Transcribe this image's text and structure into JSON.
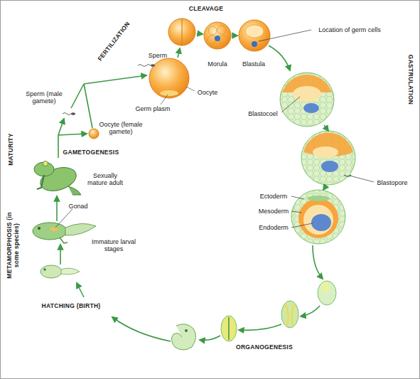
{
  "diagram": {
    "labels": [
      "CLEAVAGE",
      "FERTILIZATION",
      "Sperm",
      "Oocyte",
      "Germ plasm",
      "Morula",
      "Blastula",
      "Location of germ cells",
      "GASTRULATION",
      "Blastocoel",
      "Blastopore",
      "Ectoderm",
      "Mesoderm",
      "Endoderm",
      "ORGANOGENESIS",
      "HATCHING (BIRTH)",
      "Immature larval stages",
      "Gonad",
      "METAMORPHOSIS (in some species)",
      "Sexually mature adult",
      "GAMETOGENESIS",
      "MATURITY",
      "Sperm (male gamete)",
      "Oocyte (female gamete)"
    ]
  }
}
